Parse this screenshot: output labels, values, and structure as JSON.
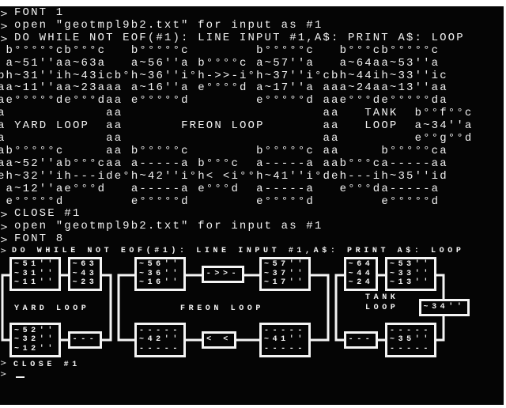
{
  "prompt": ">",
  "font1_session": {
    "commands_before": [
      "  FONT 1",
      "  open \"geotmpl9b2.txt\" for input as #1",
      "  DO WHILE NOT EOF(#1): LINE INPUT #1,A$: PRINT A$: LOOP"
    ],
    "art_lines": [
      " b°°°°°cb°°°c   b°°°°°c        b°°°°°c   b°°°cb°°°°°c",
      " a~51''aa~63a   a~56''a b°°°°c a~57''a   a~64aa~53''a",
      "bh~31''ih~43icb°h~36''i°h->>-i°h~37''i°cbh~44ih~33''ic",
      "aa~11''aa~23aaa a~16''a e°°°°d a~17''a aaa~24aa~13''aa",
      "ae°°°°°de°°°daa e°°°°°d        e°°°°°d aae°°°de°°°°°da",
      "a            aa                        aa   TANK  b°°f°°c",
      "a YARD LOOP  aa       FREON LOOP       aa   LOOP  a~34''a",
      "a            aa                        aa         e°°g°°d",
      "ab°°°°°c     aa b°°°°°c        b°°°°°c aa     b°°°°°ca",
      "aa~52''ab°°°caa a-----a b°°°c  a-----a aab°°°ca-----aa",
      "eh~32''ih---ide°h~42''i°h< <i°°h~41''i°deh---ih~35''id",
      " a~12''ae°°°d   a-----a e°°°d  a-----a   e°°°da-----a",
      " e°°°°°d        e°°°°°d        e°°°°°d        e°°°°°d"
    ],
    "commands_after": [
      "  CLOSE #1",
      "  open \"geotmpl9b2.txt\" for input as #1",
      "  FONT 8"
    ]
  },
  "font8_session": {
    "command": "DO WHILE NOT EOF(#1): LINE INPUT #1,A$: PRINT A$: LOOP",
    "labels": {
      "yard": "YARD LOOP",
      "freon": "FREON LOOP",
      "tank_1": "TANK",
      "tank_2": "LOOP"
    },
    "boxes": {
      "b51": [
        "~51''",
        "~31''",
        "~11''"
      ],
      "b63": [
        "~63",
        "~43",
        "~23"
      ],
      "b56": [
        "~56''",
        "~36''",
        "~16''"
      ],
      "bfwd": [
        "->>-"
      ],
      "b57": [
        "~57''",
        "~37''",
        "~17''"
      ],
      "b64": [
        "~64",
        "~44",
        "~24"
      ],
      "b53": [
        "~53''",
        "~33''",
        "~13''"
      ],
      "b34": [
        "~34''"
      ],
      "b52": [
        "~52''",
        "~32''",
        "~12''"
      ],
      "bdash1": [
        "---"
      ],
      "b42": [
        "-----",
        "~42''",
        "-----"
      ],
      "brev": [
        "< <"
      ],
      "b41": [
        "-----",
        "~41''",
        "-----"
      ],
      "bdash2": [
        "---"
      ],
      "b35": [
        "-----",
        "~35''",
        "-----"
      ]
    },
    "close_command": "CLOSE #1"
  },
  "colors": {
    "background": "#050505",
    "text": "#f2f2f2"
  }
}
